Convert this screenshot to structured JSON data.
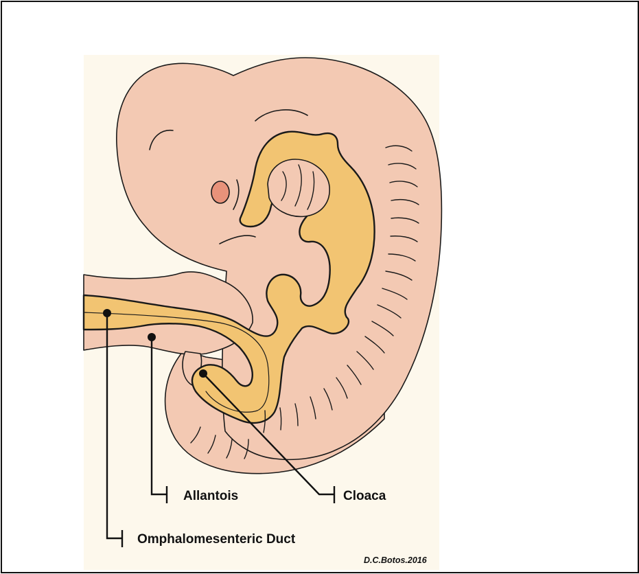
{
  "diagram": {
    "labels": {
      "allantois": "Allantois",
      "cloaca": "Cloaca",
      "omphalomesenteric_duct": "Omphalomesenteric Duct"
    },
    "credit": "D.C.Botos.2016",
    "colors": {
      "background_panel": "#fdf8ec",
      "embryo_skin": "#f3c9b3",
      "gut_endoderm": "#f2c472",
      "eye": "#e8927a",
      "outline": "#1a1a1a"
    }
  }
}
